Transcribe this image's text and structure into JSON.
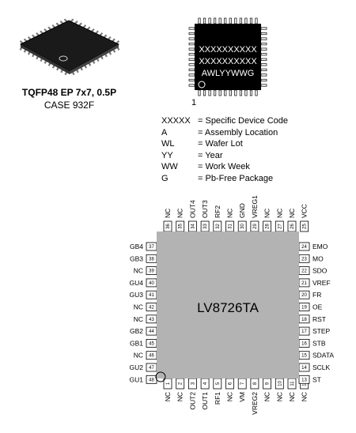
{
  "package": {
    "name": "TQFP48 EP 7x7, 0.5P",
    "case": "CASE 932F"
  },
  "marking": {
    "lines": [
      "XXXXXXXXXX",
      "XXXXXXXXXX",
      "AWLYYWWG"
    ],
    "pin1_label": "1"
  },
  "legend": [
    {
      "code": "XXXXX",
      "desc": "= Specific Device Code"
    },
    {
      "code": "A",
      "desc": "= Assembly Location"
    },
    {
      "code": "WL",
      "desc": "= Wafer Lot"
    },
    {
      "code": "YY",
      "desc": "= Year"
    },
    {
      "code": "WW",
      "desc": "= Work Week"
    },
    {
      "code": "G",
      "desc": "= Pb-Free Package"
    }
  ],
  "chip": {
    "name": "LV8726TA",
    "colors": {
      "body": "#b3b3b3",
      "pin": "#ffffff",
      "outline": "#000000",
      "marking_body": "#000000",
      "marking_text": "#ffffff"
    },
    "pins": {
      "bottom": [
        {
          "num": "1",
          "label": "NC"
        },
        {
          "num": "2",
          "label": "NC"
        },
        {
          "num": "3",
          "label": "OUT2"
        },
        {
          "num": "4",
          "label": "OUT1"
        },
        {
          "num": "5",
          "label": "RF1"
        },
        {
          "num": "6",
          "label": "NC"
        },
        {
          "num": "7",
          "label": "VM"
        },
        {
          "num": "8",
          "label": "VREG2"
        },
        {
          "num": "9",
          "label": "NC"
        },
        {
          "num": "10",
          "label": "NC"
        },
        {
          "num": "11",
          "label": "NC"
        },
        {
          "num": "12",
          "label": "NC"
        }
      ],
      "right": [
        {
          "num": "13",
          "label": "ST"
        },
        {
          "num": "14",
          "label": "SCLK"
        },
        {
          "num": "15",
          "label": "SDATA"
        },
        {
          "num": "16",
          "label": "STB"
        },
        {
          "num": "17",
          "label": "STEP"
        },
        {
          "num": "18",
          "label": "RST"
        },
        {
          "num": "19",
          "label": "OE"
        },
        {
          "num": "20",
          "label": "FR"
        },
        {
          "num": "21",
          "label": "VREF"
        },
        {
          "num": "22",
          "label": "SDO"
        },
        {
          "num": "23",
          "label": "MO"
        },
        {
          "num": "24",
          "label": "EMO"
        }
      ],
      "top": [
        {
          "num": "25",
          "label": "VCC"
        },
        {
          "num": "26",
          "label": "NC"
        },
        {
          "num": "27",
          "label": "NC"
        },
        {
          "num": "28",
          "label": "NC"
        },
        {
          "num": "29",
          "label": "VREG1"
        },
        {
          "num": "30",
          "label": "GND"
        },
        {
          "num": "31",
          "label": "NC"
        },
        {
          "num": "32",
          "label": "RF2"
        },
        {
          "num": "33",
          "label": "OUT3"
        },
        {
          "num": "34",
          "label": "OUT4"
        },
        {
          "num": "35",
          "label": "NC"
        },
        {
          "num": "36",
          "label": "NC"
        }
      ],
      "left": [
        {
          "num": "37",
          "label": "GB4"
        },
        {
          "num": "38",
          "label": "GB3"
        },
        {
          "num": "39",
          "label": "NC"
        },
        {
          "num": "40",
          "label": "GU4"
        },
        {
          "num": "41",
          "label": "GU3"
        },
        {
          "num": "42",
          "label": "NC"
        },
        {
          "num": "43",
          "label": "NC"
        },
        {
          "num": "44",
          "label": "GB2"
        },
        {
          "num": "45",
          "label": "GB1"
        },
        {
          "num": "46",
          "label": "NC"
        },
        {
          "num": "47",
          "label": "GU2"
        },
        {
          "num": "48",
          "label": "GU1"
        }
      ]
    }
  }
}
